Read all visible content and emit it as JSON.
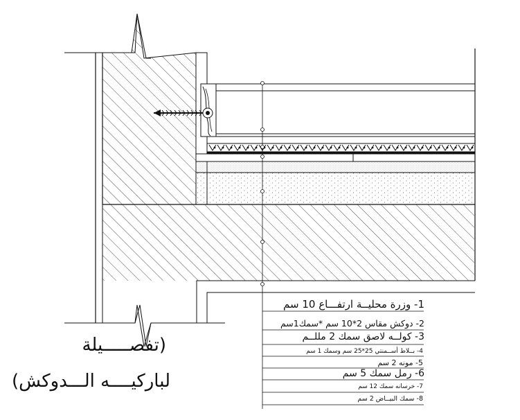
{
  "title": {
    "line1": "(تفصـــــيلة",
    "line2": "لباركيــــه الـــدوكش)"
  },
  "legend": [
    {
      "text": "1- وزرة محليــة ارتفـــاع 10 سم"
    },
    {
      "text": "2- دوكش مقاس 2*10 سم *سمك1سم"
    },
    {
      "text": "3- كولــه لاصق سمك 2 مللــم"
    },
    {
      "text": "4- بــلاط أســمنتي 25*25 سم وسمك 1 سم"
    },
    {
      "text": "5- مونه 2 سم"
    },
    {
      "text": "6- رمل سمك 5 سم"
    },
    {
      "text": "7- خرسانه سمك 12 سم"
    },
    {
      "text": "8- سمك البيــاض 2 سم"
    }
  ],
  "colors": {
    "line": "#111111",
    "hatch": "#222222",
    "fill": "#ffffff"
  }
}
